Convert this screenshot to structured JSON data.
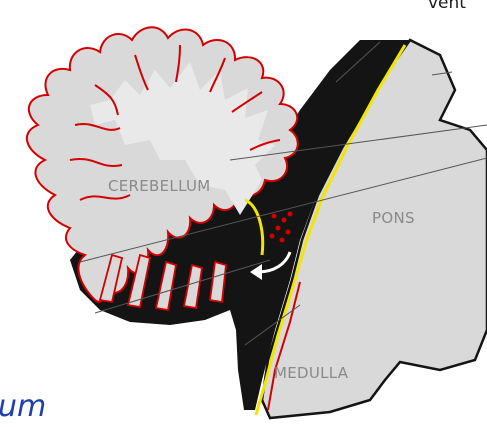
{
  "diagram": {
    "labels": {
      "cerebellum": "CEREBELLUM",
      "pons": "PONS",
      "medulla": "MEDULLA"
    },
    "top_right_text": "vent",
    "bottom_left_caption": "um",
    "colors": {
      "background": "#ffffff",
      "tissue_gray": "#d9d9d9",
      "white_matter": "#e6e6e6",
      "space_black": "#141414",
      "pia_red": "#d40000",
      "boundary_yellow": "#f2e600",
      "arrow_white": "#ffffff",
      "label_gray": "#8a8a8a",
      "caption_blue": "#1f3fae"
    }
  }
}
